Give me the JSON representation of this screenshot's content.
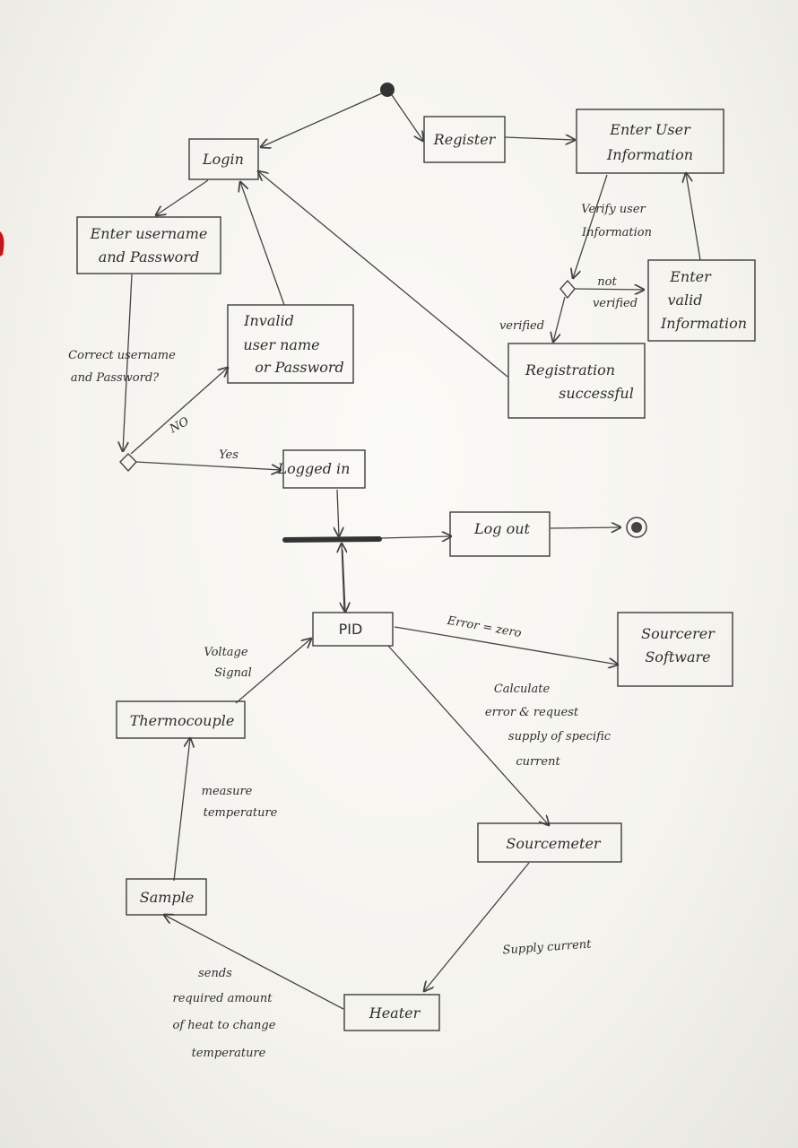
{
  "nodes": {
    "login": "Login",
    "register": "Register",
    "enter_user_info": [
      "Enter User",
      "Information"
    ],
    "enter_credentials": [
      "Enter username",
      "and Password"
    ],
    "invalid_credentials": [
      "Invalid",
      "user name",
      "or Password"
    ],
    "enter_valid_info": [
      "Enter",
      "valid",
      "Information"
    ],
    "registration_successful": [
      "Registration",
      "successful"
    ],
    "logged_in": "Logged in",
    "log_out": "Log out",
    "pid": "PID",
    "sourcerer_software": [
      "Sourcerer",
      "Software"
    ],
    "thermocouple": "Thermocouple",
    "sourcemeter": "Sourcemeter",
    "sample": "Sample",
    "heater": "Heater"
  },
  "edge_labels": {
    "verify_user_info": [
      "Verify user",
      "Information"
    ],
    "not_verified": [
      "not",
      "verified"
    ],
    "verified": "verified",
    "correct_credentials_question": [
      "Correct username",
      "and Password?"
    ],
    "no": "NO",
    "yes": "Yes",
    "error_zero": "Error = zero",
    "voltage_signal": [
      "Voltage",
      "Signal"
    ],
    "calculate_error": [
      "Calculate",
      "error & request",
      "supply of specific",
      "current"
    ],
    "measure_temperature": [
      "measure",
      "temperature"
    ],
    "supply_current": "Supply current",
    "sends_heat": [
      "sends",
      "required amount",
      "of heat to change",
      "temperature"
    ]
  }
}
